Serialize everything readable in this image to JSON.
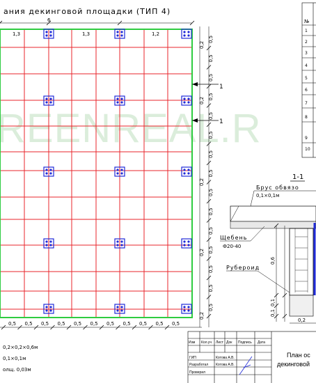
{
  "title": "ания декинговой площадки (ТИП 4)",
  "plan": {
    "top_total": "6",
    "top_dims": [
      "1,3",
      "1,3",
      "1,2"
    ],
    "bottom_dims": [
      "0,5",
      "0,5",
      "0,5",
      "0,5",
      "0,5",
      "0,5",
      "0,5",
      "0,5",
      "0,5",
      "0,5",
      "0,5"
    ],
    "right_inner_dims": [
      "0,2",
      "0,2",
      "0,2",
      "0,2",
      "0,2"
    ],
    "right_outer_dims": [
      "0,5",
      "0,5",
      "0,5",
      "0,5",
      "0,5",
      "0,5",
      "0,5",
      "0,5",
      "0,5",
      "0,5",
      "0,5",
      "0,5",
      "0,5",
      "0,5",
      "0,5"
    ],
    "section_mark": "1"
  },
  "table": {
    "header": "№",
    "rows": [
      "1",
      "2",
      "3",
      "4",
      "5",
      "6",
      "7",
      "8",
      "9",
      "10"
    ]
  },
  "section": {
    "title": "1-1",
    "beam_label": "Брус обвязо",
    "beam_size": "0,1×0,1м",
    "gravel_label": "Щебень",
    "gravel_size": "Ф20-40",
    "ruberoid_label": "Рубероид",
    "vertical_dims": [
      "0,6",
      "0,1",
      "0,1"
    ],
    "bottom_dim": "0,2"
  },
  "notes": [
    "0,2×0,2×0,6м",
    "0,1×0,1м",
    "олщ. 0,03м"
  ],
  "titleblock": {
    "headers": [
      "Изм",
      "Кол.уч",
      "Лист",
      "Док",
      "Подпись",
      "Дата"
    ],
    "rows": [
      {
        "role": "ГИП",
        "name": "Котова А.В."
      },
      {
        "role": "Разработал",
        "name": "Котова А.В."
      },
      {
        "role": "Проверил",
        "name": ""
      }
    ],
    "plan_title_1": "План ос",
    "plan_title_2": "декинговой"
  },
  "watermark": "REENREAL.R",
  "colors": {
    "grid_red": "#e8262b",
    "border_green": "#2ecc40",
    "pile_blue": "#1f2ad8",
    "watermark": "#b8ddb8"
  }
}
